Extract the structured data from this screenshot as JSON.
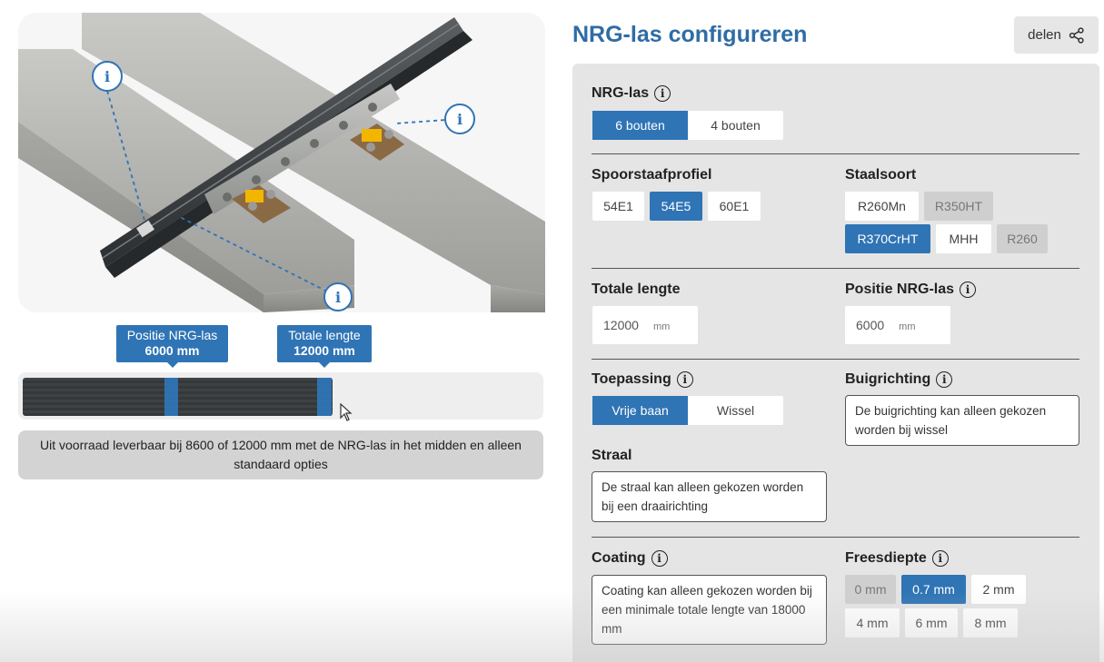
{
  "render": {
    "info_glyph": "i",
    "labels": {
      "position": {
        "title": "Positie NRG-las",
        "value": "6000 mm"
      },
      "length": {
        "title": "Totale lengte",
        "value": "12000 mm"
      }
    },
    "bar": {
      "position_value": 6000,
      "length_value": 12000
    },
    "stock_note": "Uit voorraad leverbaar bij 8600 of 12000 mm met de NRG-las in het midden en alleen standaard opties"
  },
  "header": {
    "title": "NRG-las configureren",
    "share_label": "delen",
    "share_icon": "share-icon"
  },
  "config": {
    "nrg_las": {
      "label": "NRG-las",
      "options": [
        "6 bouten",
        "4 bouten"
      ],
      "selected": "6 bouten"
    },
    "profile": {
      "label": "Spoorstaafprofiel",
      "options": [
        "54E1",
        "54E5",
        "60E1"
      ],
      "selected": "54E5"
    },
    "steel": {
      "label": "Staalsoort",
      "options": [
        "R260Mn",
        "R350HT",
        "R370CrHT",
        "MHH",
        "R260"
      ],
      "selected": "R370CrHT",
      "disabled": [
        "R350HT",
        "R260"
      ]
    },
    "length": {
      "label": "Totale lengte",
      "value": "12000",
      "unit": "mm"
    },
    "position": {
      "label": "Positie NRG-las",
      "value": "6000",
      "unit": "mm"
    },
    "application": {
      "label": "Toepassing",
      "options": [
        "Vrije baan",
        "Wissel"
      ],
      "selected": "Vrije baan"
    },
    "bend": {
      "label": "Buigrichting",
      "note": "De buigrichting kan alleen gekozen worden bij wissel"
    },
    "radius": {
      "label": "Straal",
      "note": "De straal kan alleen gekozen worden bij een draairichting"
    },
    "coating": {
      "label": "Coating",
      "note": "Coating kan alleen gekozen worden bij een minimale totale lengte van 18000 mm"
    },
    "mill_depth": {
      "label": "Freesdiepte",
      "options": [
        "0 mm",
        "0.7 mm",
        "2 mm",
        "4 mm",
        "6 mm",
        "8 mm"
      ],
      "selected": "0.7 mm",
      "disabled": [
        "0 mm"
      ]
    }
  },
  "colors": {
    "accent": "#2f74b5",
    "title": "#2f6ca5",
    "panel": "#e5e5e5",
    "disabled": "#cfcfcf"
  }
}
